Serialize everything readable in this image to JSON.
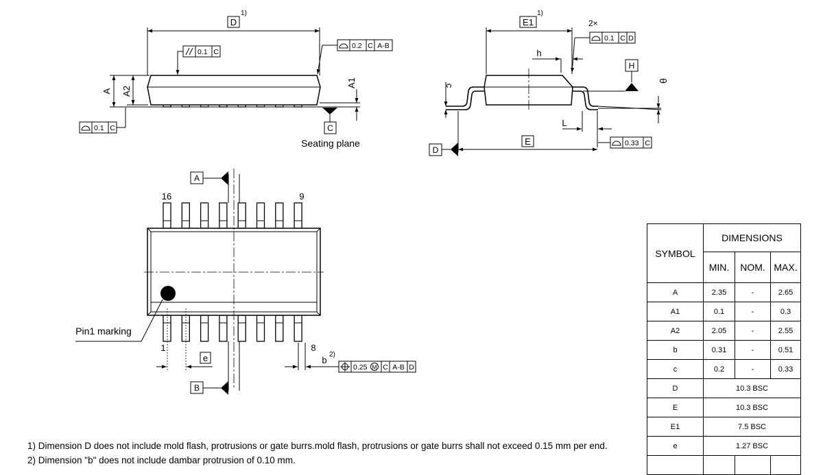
{
  "labels": {
    "D": "D",
    "E1": "E1",
    "E": "E",
    "A": "A",
    "A1": "A1",
    "A2": "A2",
    "h": "h",
    "L": "L",
    "c": "c",
    "theta": "θ",
    "e": "e",
    "b": "b",
    "note1": "1)",
    "note2": "2)",
    "twoX": "2×",
    "datum_C": "C",
    "datum_D": "D",
    "datum_H": "H",
    "datum_A": "A",
    "datum_B": "B",
    "seating_plane": "Seating plane",
    "pin1_marking": "Pin1 marking",
    "pin16": "16",
    "pin9": "9",
    "pin1": "1",
    "pin8": "8"
  },
  "tolerances": {
    "profile_D": {
      "symbol": "profile",
      "value": "0.2",
      "datums": [
        "C",
        "A-B"
      ]
    },
    "parallel_top": {
      "symbol": "parallel",
      "value": "0.1",
      "datums": [
        "C"
      ]
    },
    "profile_bottom": {
      "symbol": "profile",
      "value": "0.1",
      "datums": [
        "C"
      ]
    },
    "profile_E1": {
      "symbol": "profile",
      "value": "0.1",
      "datums": [
        "C",
        "D"
      ]
    },
    "profile_E": {
      "symbol": "profile",
      "value": "0.33",
      "datums": [
        "C"
      ]
    },
    "position_b": {
      "symbol": "position",
      "value": "0.25",
      "modifier": "M",
      "datums": [
        "C",
        "A-B",
        "D"
      ]
    }
  },
  "table": {
    "symbol_header": "SYMBOL",
    "dimensions_header": "DIMENSIONS",
    "min_header": "MIN.",
    "nom_header": "NOM.",
    "max_header": "MAX.",
    "rows": [
      {
        "symbol": "A",
        "min": "2.35",
        "nom": "-",
        "max": "2.65"
      },
      {
        "symbol": "A1",
        "min": "0.1",
        "nom": "-",
        "max": "0.3"
      },
      {
        "symbol": "A2",
        "min": "2.05",
        "nom": "-",
        "max": "2.55"
      },
      {
        "symbol": "b",
        "min": "0.31",
        "nom": "-",
        "max": "0.51"
      },
      {
        "symbol": "c",
        "min": "0.2",
        "nom": "-",
        "max": "0.33"
      },
      {
        "symbol": "D",
        "bsc": "10.3 BSC"
      },
      {
        "symbol": "E",
        "bsc": "10.3 BSC"
      },
      {
        "symbol": "E1",
        "bsc": "7.5 BSC"
      },
      {
        "symbol": "e",
        "bsc": "1.27 BSC"
      },
      {
        "symbol": "",
        "min": "",
        "nom": "",
        "max": ""
      }
    ]
  },
  "notes": [
    "1) Dimension D does not include mold flash, protrusions or gate burrs.mold flash, protrusions or gate burrs shall not exceed 0.15 mm per end.",
    "2) Dimension \"b\" does not include dambar protrusion of 0.10 mm."
  ]
}
